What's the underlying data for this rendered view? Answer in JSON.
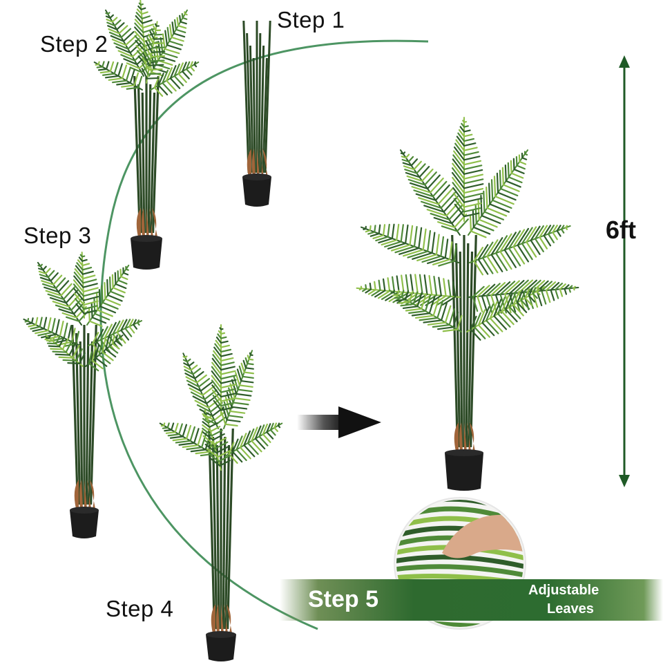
{
  "steps": {
    "step1": "Step 1",
    "step2": "Step 2",
    "step3": "Step 3",
    "step4": "Step 4",
    "step5": "Step 5"
  },
  "height_label": "6ft",
  "feature": {
    "line1": "Adjustable",
    "line2": "Leaves"
  },
  "colors": {
    "leaf_dark": "#2f5d2a",
    "leaf_mid": "#4f8a38",
    "leaf_light": "#8fbf4a",
    "stem": "#2c4a26",
    "trunk_sheath": "#a0653a",
    "pot": "#1c1c1c",
    "arc": "#3a8a52",
    "banner": "#2e6a2f",
    "arrow_dark": "#7a1f1f"
  }
}
